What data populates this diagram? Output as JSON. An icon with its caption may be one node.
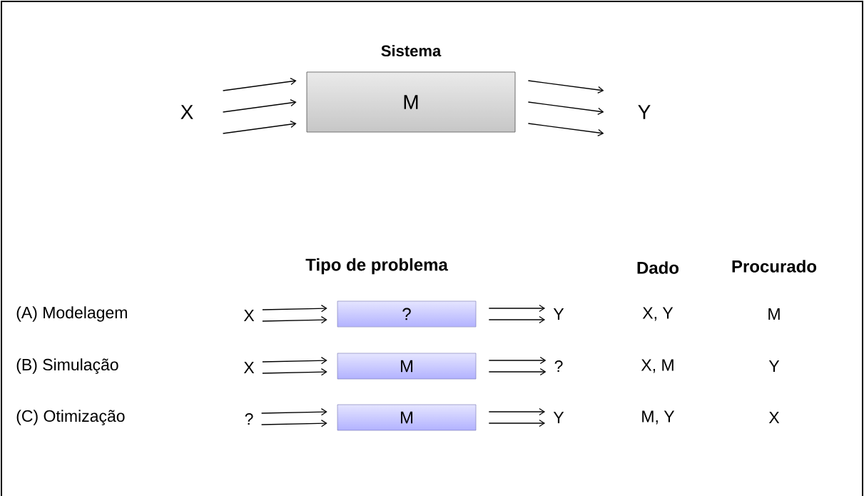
{
  "diagram": {
    "nodes": [
      {
        "text": [
          "X"
        ]
      },
      {
        "text": [
          "Sistema",
          "M"
        ]
      },
      {
        "text": [
          "Y"
        ]
      },
      {
        "text": [
          "X"
        ]
      },
      {
        "text": [
          "?"
        ]
      },
      {
        "text": [
          "Y"
        ]
      },
      {
        "text": [
          "X"
        ]
      },
      {
        "text": [
          "M"
        ]
      },
      {
        "text": [
          "?"
        ]
      },
      {
        "text": [
          "?"
        ]
      },
      {
        "text": [
          "M"
        ]
      },
      {
        "text": [
          "Y"
        ]
      }
    ],
    "edges": [
      {
        "from": 0,
        "to": 1,
        "arrow": "to"
      },
      {
        "from": 0,
        "to": 1,
        "arrow": "to"
      },
      {
        "from": 0,
        "to": 1,
        "arrow": "to"
      },
      {
        "from": 1,
        "to": 2,
        "arrow": "to"
      },
      {
        "from": 1,
        "to": 2,
        "arrow": "to"
      },
      {
        "from": 1,
        "to": 2,
        "arrow": "to"
      },
      {
        "from": 3,
        "to": 4,
        "arrow": "to"
      },
      {
        "from": 3,
        "to": 4,
        "arrow": "to"
      },
      {
        "from": 4,
        "to": 5,
        "arrow": "to"
      },
      {
        "from": 4,
        "to": 5,
        "arrow": "to"
      },
      {
        "from": 6,
        "to": 7,
        "arrow": "to"
      },
      {
        "from": 6,
        "to": 7,
        "arrow": "to"
      },
      {
        "from": 7,
        "to": 8,
        "arrow": "to"
      },
      {
        "from": 7,
        "to": 8,
        "arrow": "to"
      },
      {
        "from": 9,
        "to": 10,
        "arrow": "to"
      },
      {
        "from": 9,
        "to": 10,
        "arrow": "to"
      },
      {
        "from": 10,
        "to": 11,
        "arrow": "to"
      },
      {
        "from": 10,
        "to": 11,
        "arrow": "to"
      }
    ],
    "labels": [
      "Tipo de problema",
      "Dado",
      "Procurado",
      "(A) Modelagem",
      "X, Y",
      "M",
      "(B) Simulação",
      "X, M",
      "Y",
      "(C) Otimização",
      "M, Y",
      "X"
    ]
  }
}
